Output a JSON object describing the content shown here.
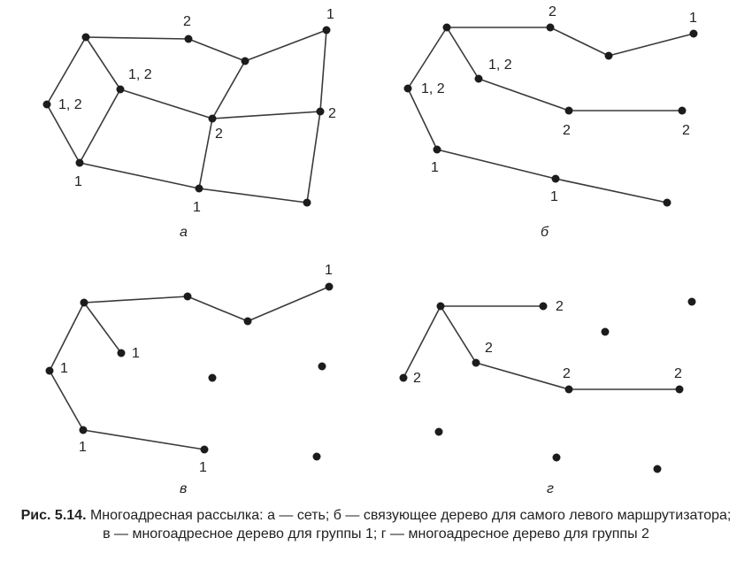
{
  "panels": [
    {
      "id": "a",
      "label": "а",
      "node_labels": [
        "2",
        "1",
        "1, 2",
        "1, 2",
        "2",
        "2",
        "1",
        "1"
      ]
    },
    {
      "id": "b",
      "label": "б",
      "node_labels": [
        "2",
        "1",
        "1, 2",
        "1, 2",
        "2",
        "2",
        "1",
        "1"
      ]
    },
    {
      "id": "v",
      "label": "в",
      "node_labels": [
        "1",
        "1",
        "1",
        "1",
        "1"
      ]
    },
    {
      "id": "g",
      "label": "г",
      "node_labels": [
        "2",
        "2",
        "2",
        "2",
        "2"
      ]
    }
  ],
  "caption": {
    "title": "Рис. 5.14.",
    "text": "Многоадресная рассылка: а — сеть; б — связующее дерево для самого левого маршрутизатора; в — многоадресное дерево для группы 1; г — многоадресное дерево для группы 2"
  }
}
